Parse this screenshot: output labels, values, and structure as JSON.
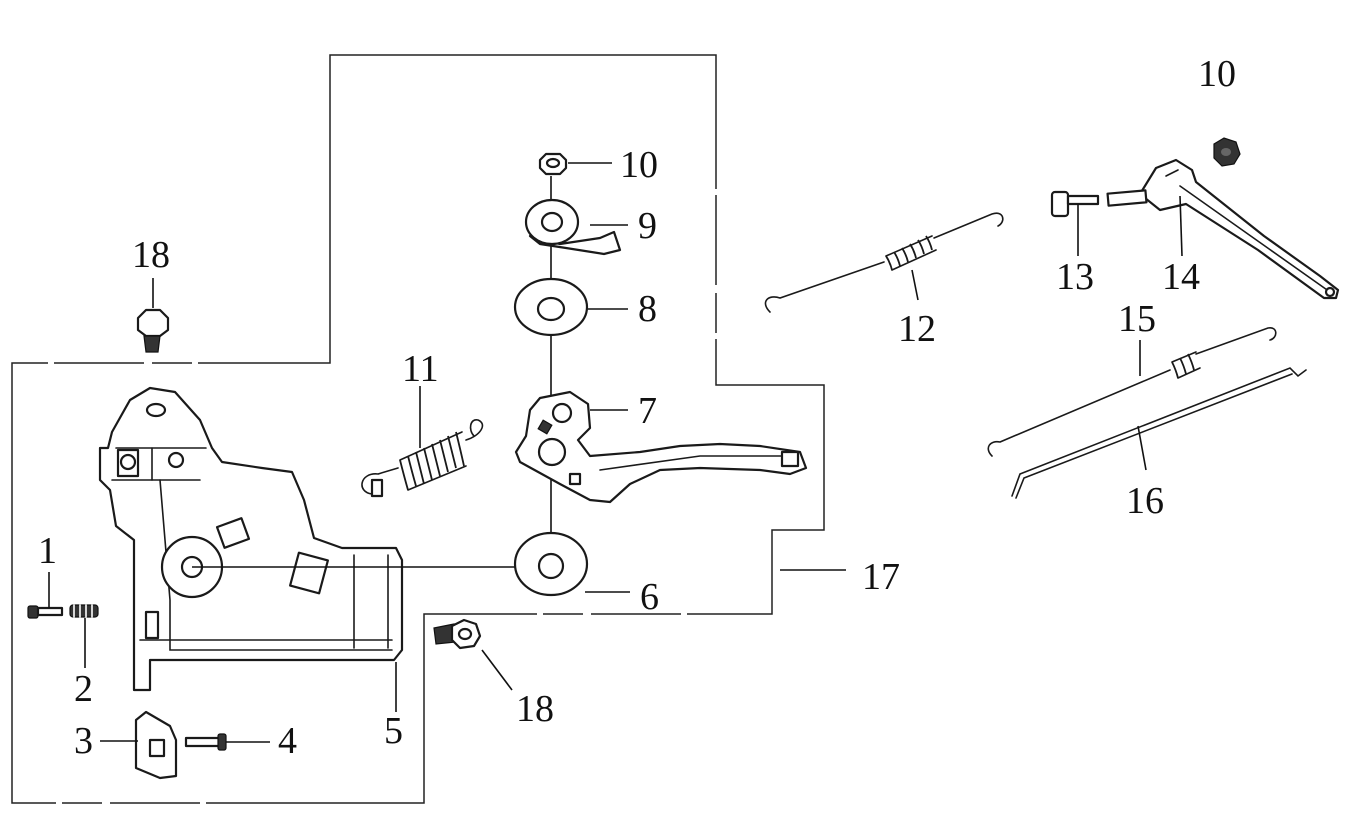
{
  "callouts": {
    "p1": "1",
    "p2": "2",
    "p3": "3",
    "p4": "4",
    "p5": "5",
    "p6": "6",
    "p7": "7",
    "p8": "8",
    "p9": "9",
    "p10a": "10",
    "p10b": "10",
    "p11": "11",
    "p12": "12",
    "p13": "13",
    "p14": "14",
    "p15": "15",
    "p16": "16",
    "p17": "17",
    "p18a": "18",
    "p18b": "18"
  }
}
